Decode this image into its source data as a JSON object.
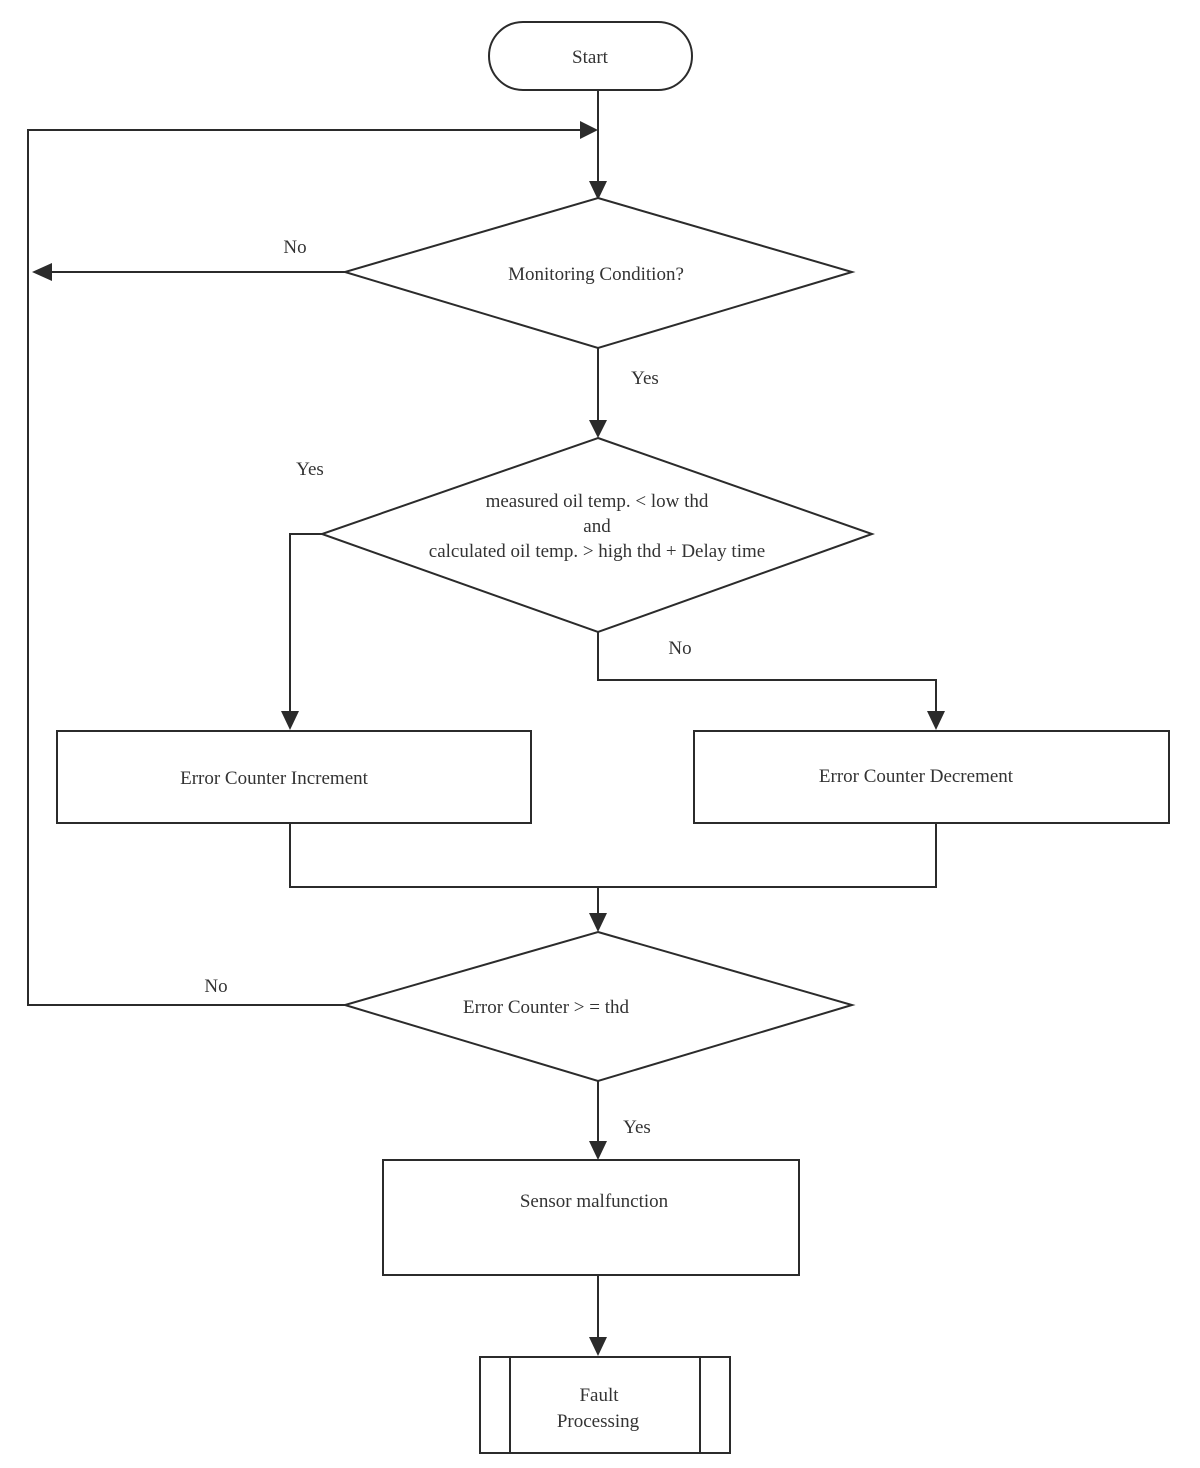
{
  "nodes": {
    "start": "Start",
    "monitoring": "Monitoring Condition?",
    "compare_line1": "measured oil temp. < low thd",
    "compare_line2": "and",
    "compare_line3": "calculated oil temp. > high thd + Delay time",
    "increment": "Error Counter Increment",
    "decrement": "Error Counter Decrement",
    "threshold": "Error Counter > = thd",
    "malfunction": "Sensor malfunction",
    "fault_line1": "Fault",
    "fault_line2": "Processing"
  },
  "edge_labels": {
    "monitoring_no": "No",
    "monitoring_yes": "Yes",
    "compare_yes": "Yes",
    "compare_no": "No",
    "threshold_no": "No",
    "threshold_yes": "Yes"
  }
}
